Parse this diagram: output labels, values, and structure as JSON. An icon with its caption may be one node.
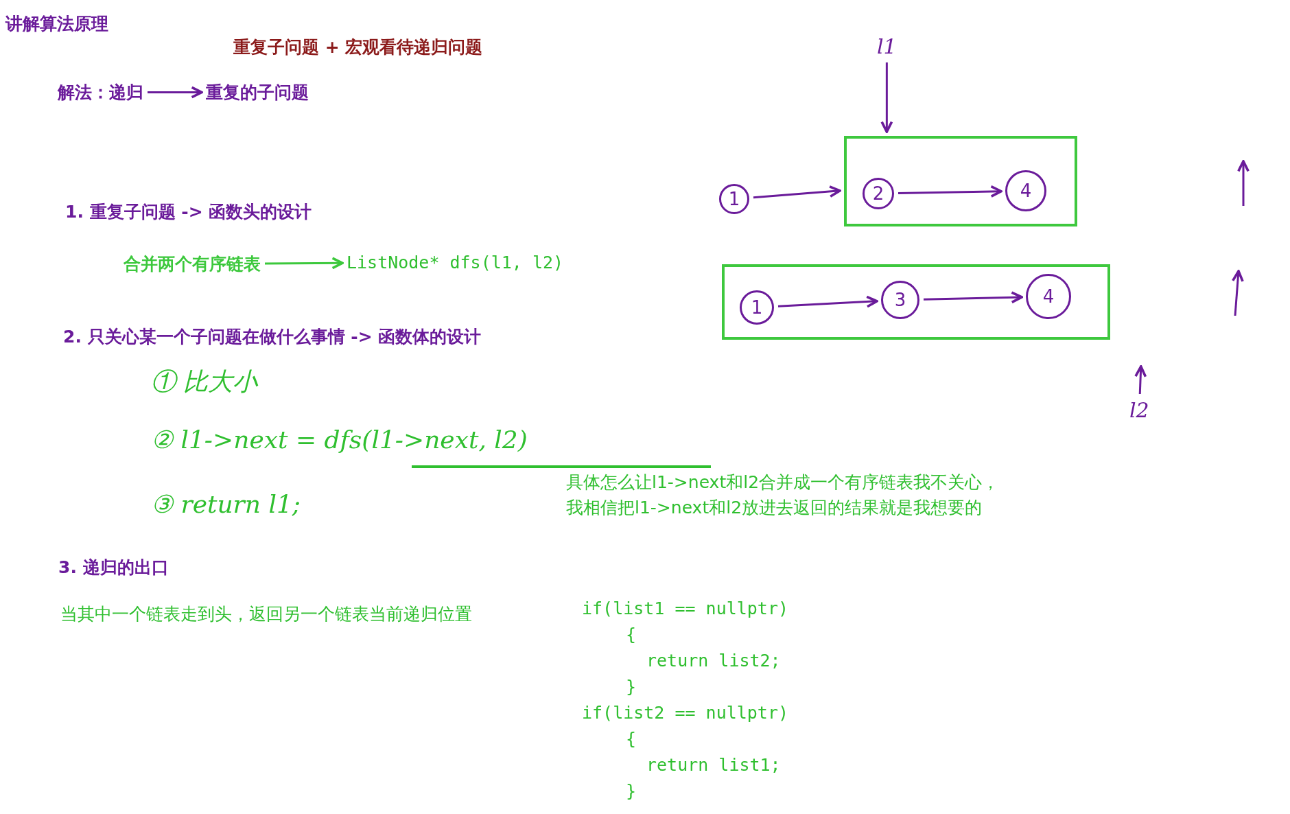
{
  "diagram": {
    "title": "讲解算法原理",
    "nodes": [
      {
        "text": [
          "解法：递归"
        ]
      },
      {
        "text": [
          "重复的子问题"
        ]
      },
      {
        "text": [
          "合并两个有序链表"
        ]
      },
      {
        "text": [
          "ListNode* dfs(l1, l2)"
        ]
      },
      {
        "text": [
          "1"
        ]
      },
      {
        "text": [],
        "shape": "box"
      },
      {
        "text": [
          "2"
        ],
        "in": 5
      },
      {
        "text": [
          "4"
        ],
        "in": 5
      },
      {
        "text": [],
        "shape": "box"
      },
      {
        "text": [
          "1"
        ],
        "in": 8
      },
      {
        "text": [
          "3"
        ],
        "in": 8
      },
      {
        "text": [
          "4"
        ],
        "in": 8
      },
      {
        "text": [
          "l1"
        ]
      },
      {
        "text": [
          "l2"
        ]
      }
    ],
    "edges": [
      {
        "from": 0,
        "to": 1,
        "arrow": "to"
      },
      {
        "from": 2,
        "to": 3,
        "arrow": "to",
        "color": "#3cc83c"
      },
      {
        "from": 4,
        "to": 5,
        "arrow": "to"
      },
      {
        "from": 6,
        "to": 7,
        "arrow": "to"
      },
      {
        "from": 9,
        "to": 10,
        "arrow": "to"
      },
      {
        "from": 10,
        "to": 11,
        "arrow": "to"
      },
      {
        "from": 12,
        "to": 5,
        "arrow": "to"
      },
      {
        "from": 13,
        "to": null,
        "arrow": "to"
      }
    ],
    "labels": [
      "重复子问题 + 宏观看待递归问题",
      "1. 重复子问题 -> 函数头的设计",
      "2. 只关心某一个子问题在做什么事情 -> 函数体的设计",
      "① 比大小",
      "② l1->next = dfs(l1->next, l2)",
      "③ return l1;",
      "具体怎么让l1->next和l2合并成一个有序链表我不关心，",
      "我相信把l1->next和l2放进去返回的结果就是我想要的",
      "3. 递归的出口",
      "当其中一个链表走到头，返回另一个链表当前递归位置",
      "if(list1 == nullptr)",
      "{",
      "return list2;",
      "}",
      "if(list2 == nullptr)",
      "{",
      "return list1;",
      "}"
    ]
  }
}
